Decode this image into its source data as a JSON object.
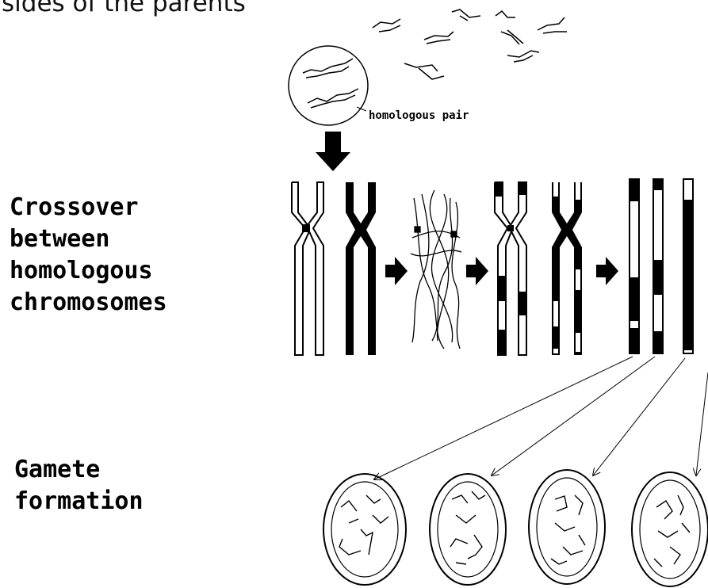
{
  "header": {
    "title": "sides of the parents"
  },
  "labels": {
    "homologous_pair": "homologous pair",
    "crossover": [
      "Crossover",
      "between",
      "homologous",
      "chromosomes"
    ],
    "gamete": [
      "Gamete",
      "formation"
    ]
  }
}
